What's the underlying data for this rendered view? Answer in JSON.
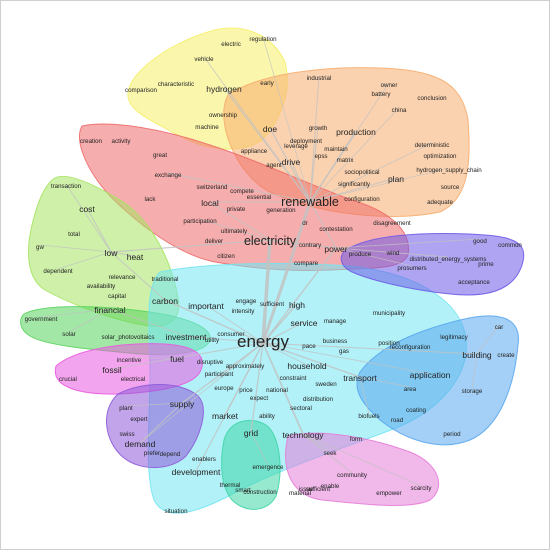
{
  "network": {
    "words": [
      {
        "id": "energy",
        "label": "energy",
        "level": 1
      },
      {
        "id": "electricity",
        "label": "electricity",
        "level": 2
      },
      {
        "id": "renewable",
        "label": "renewable",
        "level": 2
      },
      {
        "id": "technology",
        "label": "technology",
        "level": 3
      },
      {
        "id": "low",
        "label": "low",
        "level": 3
      },
      {
        "id": "carbon",
        "label": "carbon",
        "level": 3
      },
      {
        "id": "power",
        "label": "power",
        "level": 3
      },
      {
        "id": "building",
        "label": "building",
        "level": 3
      },
      {
        "id": "grid",
        "label": "grid",
        "level": 3
      },
      {
        "id": "supply",
        "label": "supply",
        "level": 3
      },
      {
        "id": "demand",
        "label": "demand",
        "level": 3
      },
      {
        "id": "transport",
        "label": "transport",
        "level": 3
      },
      {
        "id": "market",
        "label": "market",
        "level": 3
      },
      {
        "id": "development",
        "label": "development",
        "level": 3
      },
      {
        "id": "fossil",
        "label": "fossil",
        "level": 3
      },
      {
        "id": "fuel",
        "label": "fuel",
        "level": 3
      },
      {
        "id": "production",
        "label": "production",
        "level": 3
      },
      {
        "id": "doe",
        "label": "doe",
        "level": 3
      },
      {
        "id": "plan",
        "label": "plan",
        "level": 3
      },
      {
        "id": "hydrogen",
        "label": "hydrogen",
        "level": 3
      },
      {
        "id": "local",
        "label": "local",
        "level": 3
      },
      {
        "id": "drive",
        "label": "drive",
        "level": 3
      },
      {
        "id": "heat",
        "label": "heat",
        "level": 3
      },
      {
        "id": "cost",
        "label": "cost",
        "level": 3
      },
      {
        "id": "investment",
        "label": "investment",
        "level": 3
      },
      {
        "id": "financial",
        "label": "financial",
        "level": 3
      },
      {
        "id": "household",
        "label": "household",
        "level": 3
      },
      {
        "id": "service",
        "label": "service",
        "level": 3
      },
      {
        "id": "high",
        "label": "high",
        "level": 3
      },
      {
        "id": "application",
        "label": "application",
        "level": 3
      },
      {
        "id": "important",
        "label": "important",
        "level": 3
      },
      {
        "id": "regulation",
        "label": "regulation",
        "level": 4
      },
      {
        "id": "electric",
        "label": "electric",
        "level": 4
      },
      {
        "id": "vehicle",
        "label": "vehicle",
        "level": 4
      },
      {
        "id": "characteristic",
        "label": "characteristic",
        "level": 4
      },
      {
        "id": "comparison",
        "label": "comparison",
        "level": 4
      },
      {
        "id": "early",
        "label": "early",
        "level": 4
      },
      {
        "id": "industrial",
        "label": "industrial",
        "level": 4
      },
      {
        "id": "owner",
        "label": "owner",
        "level": 4
      },
      {
        "id": "battery",
        "label": "battery",
        "level": 4
      },
      {
        "id": "china",
        "label": "china",
        "level": 4
      },
      {
        "id": "conclusion",
        "label": "conclusion",
        "level": 4
      },
      {
        "id": "ownership",
        "label": "ownership",
        "level": 4
      },
      {
        "id": "machine",
        "label": "machine",
        "level": 4
      },
      {
        "id": "growth",
        "label": "growth",
        "level": 4
      },
      {
        "id": "deployment",
        "label": "deployment",
        "level": 4
      },
      {
        "id": "leverage",
        "label": "leverage",
        "level": 4
      },
      {
        "id": "maintain",
        "label": "maintain",
        "level": 4
      },
      {
        "id": "epss",
        "label": "epss",
        "level": 4
      },
      {
        "id": "matrix",
        "label": "matrix",
        "level": 4
      },
      {
        "id": "deterministic",
        "label": "deterministic",
        "level": 4
      },
      {
        "id": "optimization",
        "label": "optimization",
        "level": 4
      },
      {
        "id": "appliance",
        "label": "appliance",
        "level": 4
      },
      {
        "id": "agent",
        "label": "agent",
        "level": 4
      },
      {
        "id": "sociopolitical",
        "label": "sociopolitical",
        "level": 4
      },
      {
        "id": "hydrogen_supply_chain",
        "label": "hydrogen_supply_chain",
        "level": 4
      },
      {
        "id": "significantly",
        "label": "significantly",
        "level": 4
      },
      {
        "id": "source",
        "label": "source",
        "level": 4
      },
      {
        "id": "configuration",
        "label": "configuration",
        "level": 4
      },
      {
        "id": "adequate",
        "label": "adequate",
        "level": 4
      },
      {
        "id": "creation",
        "label": "creation",
        "level": 4
      },
      {
        "id": "activity",
        "label": "activity",
        "level": 4
      },
      {
        "id": "great",
        "label": "great",
        "level": 4
      },
      {
        "id": "exchange",
        "label": "exchange",
        "level": 4
      },
      {
        "id": "switzerland",
        "label": "switzerland",
        "level": 4
      },
      {
        "id": "compete",
        "label": "compete",
        "level": 4
      },
      {
        "id": "essential",
        "label": "essential",
        "level": 4
      },
      {
        "id": "lack",
        "label": "lack",
        "level": 4
      },
      {
        "id": "private",
        "label": "private",
        "level": 4
      },
      {
        "id": "generation",
        "label": "generation",
        "level": 4
      },
      {
        "id": "participation",
        "label": "participation",
        "level": 4
      },
      {
        "id": "ultimately",
        "label": "ultimately",
        "level": 4
      },
      {
        "id": "deliver",
        "label": "deliver",
        "level": 4
      },
      {
        "id": "citizen",
        "label": "citizen",
        "level": 4
      },
      {
        "id": "compare",
        "label": "compare",
        "level": 4
      },
      {
        "id": "contrary",
        "label": "contrary",
        "level": 4
      },
      {
        "id": "contestation",
        "label": "contestation",
        "level": 4
      },
      {
        "id": "disagreement",
        "label": "disagreement",
        "level": 4
      },
      {
        "id": "dr",
        "label": "dr",
        "level": 4
      },
      {
        "id": "wind",
        "label": "wind",
        "level": 4
      },
      {
        "id": "produce",
        "label": "produce",
        "level": 4
      },
      {
        "id": "distributed_energy_systems",
        "label": "distributed_energy_systems",
        "level": 4
      },
      {
        "id": "prosumers",
        "label": "prosumers",
        "level": 4
      },
      {
        "id": "good",
        "label": "good",
        "level": 4
      },
      {
        "id": "common",
        "label": "common",
        "level": 4
      },
      {
        "id": "prime",
        "label": "prime",
        "level": 4
      },
      {
        "id": "acceptance",
        "label": "acceptance",
        "level": 4
      },
      {
        "id": "transaction",
        "label": "transaction",
        "level": 4
      },
      {
        "id": "total",
        "label": "total",
        "level": 4
      },
      {
        "id": "gw",
        "label": "gw",
        "level": 4
      },
      {
        "id": "dependent",
        "label": "dependent",
        "level": 4
      },
      {
        "id": "relevance",
        "label": "relevance",
        "level": 4
      },
      {
        "id": "traditional",
        "label": "traditional",
        "level": 4
      },
      {
        "id": "availability",
        "label": "availability",
        "level": 4
      },
      {
        "id": "capital",
        "label": "capital",
        "level": 4
      },
      {
        "id": "government",
        "label": "government",
        "level": 4
      },
      {
        "id": "solar",
        "label": "solar",
        "level": 4
      },
      {
        "id": "solar_photovoltaics",
        "label": "solar_photovoltaics",
        "level": 4
      },
      {
        "id": "intensity",
        "label": "intensity",
        "level": 4
      },
      {
        "id": "engage",
        "label": "engage",
        "level": 4
      },
      {
        "id": "sufficient",
        "label": "sufficient",
        "level": 4
      },
      {
        "id": "consumer",
        "label": "consumer",
        "level": 4
      },
      {
        "id": "utility",
        "label": "utility",
        "level": 4
      },
      {
        "id": "manage",
        "label": "manage",
        "level": 4
      },
      {
        "id": "municipality",
        "label": "municipality",
        "level": 4
      },
      {
        "id": "business",
        "label": "business",
        "level": 4
      },
      {
        "id": "pace",
        "label": "pace",
        "level": 4
      },
      {
        "id": "gas",
        "label": "gas",
        "level": 4
      },
      {
        "id": "position",
        "label": "position",
        "level": 4
      },
      {
        "id": "reconfiguration",
        "label": "reconfiguration",
        "level": 4
      },
      {
        "id": "legitimacy",
        "label": "legitimacy",
        "level": 4
      },
      {
        "id": "car",
        "label": "car",
        "level": 4
      },
      {
        "id": "create",
        "label": "create",
        "level": 4
      },
      {
        "id": "incentive",
        "label": "incentive",
        "level": 4
      },
      {
        "id": "disruptive",
        "label": "disruptive",
        "level": 4
      },
      {
        "id": "approximately",
        "label": "approximately",
        "level": 4
      },
      {
        "id": "participant",
        "label": "participant",
        "level": 4
      },
      {
        "id": "crucial",
        "label": "crucial",
        "level": 4
      },
      {
        "id": "electrical",
        "label": "electrical",
        "level": 4
      },
      {
        "id": "constraint",
        "label": "constraint",
        "level": 4
      },
      {
        "id": "sweden",
        "label": "sweden",
        "level": 4
      },
      {
        "id": "europe",
        "label": "europe",
        "level": 4
      },
      {
        "id": "price",
        "label": "price",
        "level": 4
      },
      {
        "id": "national",
        "label": "national",
        "level": 4
      },
      {
        "id": "expect",
        "label": "expect",
        "level": 4
      },
      {
        "id": "distribution",
        "label": "distribution",
        "level": 4
      },
      {
        "id": "area",
        "label": "area",
        "level": 4
      },
      {
        "id": "storage",
        "label": "storage",
        "level": 4
      },
      {
        "id": "plant",
        "label": "plant",
        "level": 4
      },
      {
        "id": "sectoral",
        "label": "sectoral",
        "level": 4
      },
      {
        "id": "biofuels",
        "label": "biofuels",
        "level": 4
      },
      {
        "id": "coating",
        "label": "coating",
        "level": 4
      },
      {
        "id": "expert",
        "label": "expert",
        "level": 4
      },
      {
        "id": "ability",
        "label": "ability",
        "level": 4
      },
      {
        "id": "road",
        "label": "road",
        "level": 4
      },
      {
        "id": "swiss",
        "label": "swiss",
        "level": 4
      },
      {
        "id": "form",
        "label": "form",
        "level": 4
      },
      {
        "id": "period",
        "label": "period",
        "level": 4
      },
      {
        "id": "prefer",
        "label": "prefer",
        "level": 4
      },
      {
        "id": "depend",
        "label": "depend",
        "level": 4
      },
      {
        "id": "enablers",
        "label": "enablers",
        "level": 4
      },
      {
        "id": "seek",
        "label": "seek",
        "level": 4
      },
      {
        "id": "emergence",
        "label": "emergence",
        "level": 4
      },
      {
        "id": "thermal",
        "label": "thermal",
        "level": 4
      },
      {
        "id": "community",
        "label": "community",
        "level": 4
      },
      {
        "id": "enable",
        "label": "enable",
        "level": 4
      },
      {
        "id": "issue",
        "label": "issue",
        "level": 4
      },
      {
        "id": "sufficient2",
        "label": "sufficient",
        "level": 4
      },
      {
        "id": "smart",
        "label": "smart",
        "level": 4
      },
      {
        "id": "construction",
        "label": "construction",
        "level": 4
      },
      {
        "id": "material",
        "label": "material",
        "level": 4
      },
      {
        "id": "scarcity",
        "label": "scarcity",
        "level": 4
      },
      {
        "id": "empower",
        "label": "empower",
        "level": 4
      },
      {
        "id": "situation",
        "label": "situation",
        "level": 4
      }
    ],
    "clusters": [
      {
        "id": "yellow",
        "color": "#f5f06a"
      },
      {
        "id": "orange",
        "color": "#f7ad6e"
      },
      {
        "id": "red",
        "color": "#ee6a6a"
      },
      {
        "id": "lightgreen",
        "color": "#a6e463"
      },
      {
        "id": "green",
        "color": "#58d45c"
      },
      {
        "id": "cyan",
        "color": "#73e6f2"
      },
      {
        "id": "purple",
        "color": "#6e5ae6"
      },
      {
        "id": "blue",
        "color": "#5aa7ee"
      },
      {
        "id": "magenta",
        "color": "#e95ae0"
      },
      {
        "id": "violet",
        "color": "#8e5ad8"
      },
      {
        "id": "teal",
        "color": "#3fd6a8"
      },
      {
        "id": "pink",
        "color": "#e67dd8"
      }
    ],
    "edge_color": "#c2c2c2"
  }
}
